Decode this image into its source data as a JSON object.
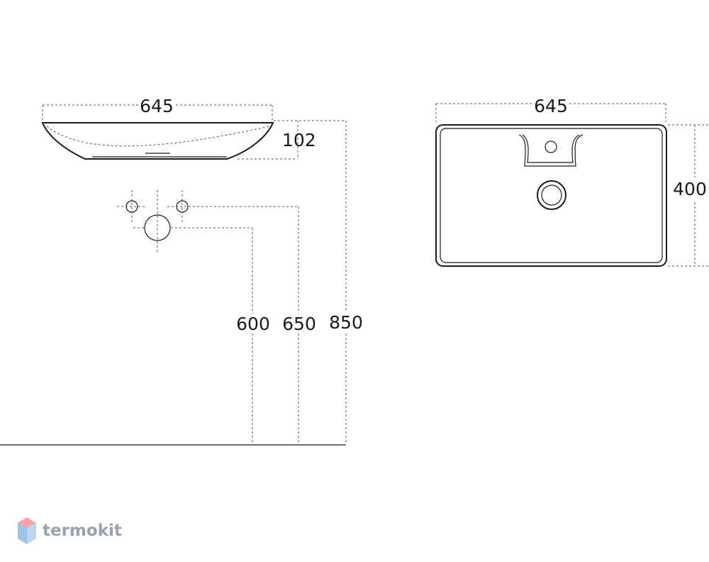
{
  "side_view": {
    "width_label": "645",
    "height_label": "102",
    "drain_height_label": "600",
    "tap_height_label": "650",
    "top_height_label": "850"
  },
  "top_view": {
    "width_label": "645",
    "depth_label": "400"
  },
  "logo": {
    "text": "termokit",
    "colors": {
      "top": "#f3a3a3",
      "bottom": "#9ec3e6",
      "text": "#9aa3ad"
    }
  }
}
